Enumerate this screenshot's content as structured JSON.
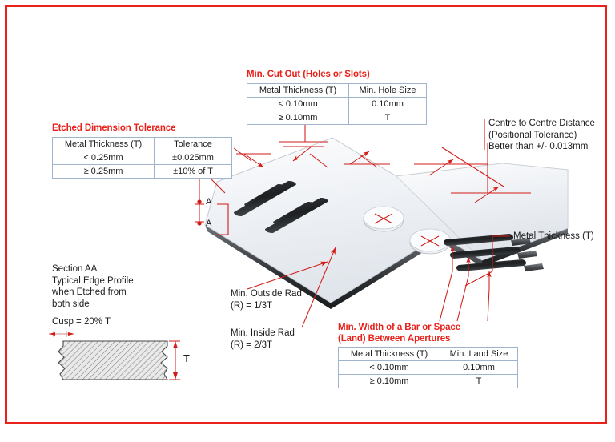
{
  "page": {
    "title": "Chemical Etching Design Tolerances Diagram",
    "border_color": "#e8211a",
    "accent_color": "#e8211a",
    "table_border_color": "#9fb4cc"
  },
  "callouts": {
    "cutout": {
      "title": "Min. Cut Out (Holes or Slots)",
      "table": {
        "headers": [
          "Metal Thickness (T)",
          "Min. Hole Size"
        ],
        "rows": [
          [
            "< 0.10mm",
            "0.10mm"
          ],
          [
            "≥ 0.10mm",
            "T"
          ]
        ]
      }
    },
    "etched_tolerance": {
      "title": "Etched Dimension Tolerance",
      "table": {
        "headers": [
          "Metal Thickness (T)",
          "Tolerance"
        ],
        "rows": [
          [
            "< 0.25mm",
            "±0.025mm"
          ],
          [
            "≥ 0.25mm",
            "±10% of T"
          ]
        ]
      }
    },
    "land": {
      "title_line1": "Min. Width of a Bar or Space",
      "title_line2": "(Land) Between Apertures",
      "table": {
        "headers": [
          "Metal Thickness (T)",
          "Min. Land Size"
        ],
        "rows": [
          [
            "< 0.10mm",
            "0.10mm"
          ],
          [
            "≥ 0.10mm",
            "T"
          ]
        ]
      }
    },
    "centre_to_centre": {
      "line1": "Centre to Centre Distance",
      "line2": "(Positional Tolerance)",
      "line3": "Better than +/- 0.013mm"
    },
    "metal_thickness": {
      "label": "Metal Thickness (T)"
    },
    "outside_rad": {
      "line1": "Min. Outside Rad",
      "line2": "(R) = 1/3T"
    },
    "inside_rad": {
      "line1": "Min. Inside Rad",
      "line2": "(R) = 2/3T"
    },
    "section_aa": {
      "line1": "Section AA",
      "line2": "Typical Edge Profile",
      "line3": "when Etched from",
      "line4": "both side",
      "cusp": "Cusp = 20% T",
      "thickness_label": "T"
    },
    "section_markers": {
      "top": "A",
      "bottom": "A"
    }
  }
}
